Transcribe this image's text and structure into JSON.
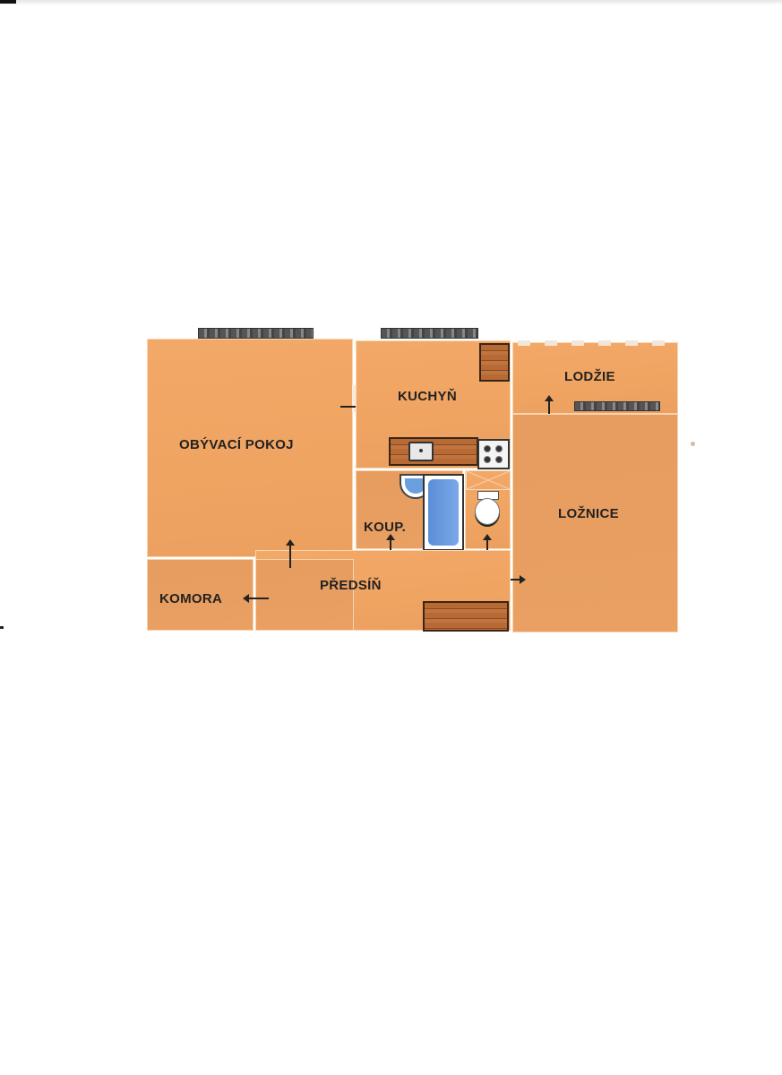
{
  "document": {
    "type": "floor-plan",
    "colors": {
      "room_fill": "#f0a462",
      "text": "#222222",
      "bath_blue": "#6a9fe0",
      "wood": "#b76a34",
      "window": "#555555"
    }
  },
  "rooms": {
    "living_room": {
      "label": "OBÝVACÍ POKOJ"
    },
    "kitchen": {
      "label": "KUCHYŇ"
    },
    "loggia": {
      "label": "LODŽIE"
    },
    "bathroom": {
      "label": "KOUP."
    },
    "bedroom": {
      "label": "LOŽNICE"
    },
    "hallway": {
      "label": "PŘEDSÍŇ"
    },
    "storage": {
      "label": "KOMORA"
    }
  },
  "fixtures": [
    "window-living-room",
    "window-kitchen",
    "window-loggia",
    "kitchen-cabinet",
    "kitchen-counter",
    "sink",
    "stove",
    "washbasin",
    "bathtub",
    "toilet",
    "hallway-wardrobe"
  ],
  "door_arrows": [
    {
      "from": "living_room",
      "to": "kitchen",
      "direction": "right"
    },
    {
      "from": "hallway",
      "to": "living_room",
      "direction": "up"
    },
    {
      "from": "hallway",
      "to": "bathroom",
      "direction": "up"
    },
    {
      "from": "hallway",
      "to": "toilet",
      "direction": "up"
    },
    {
      "from": "hallway",
      "to": "bedroom",
      "direction": "right"
    },
    {
      "from": "hallway",
      "to": "storage",
      "direction": "left"
    },
    {
      "from": "bedroom",
      "to": "loggia",
      "direction": "up"
    }
  ]
}
